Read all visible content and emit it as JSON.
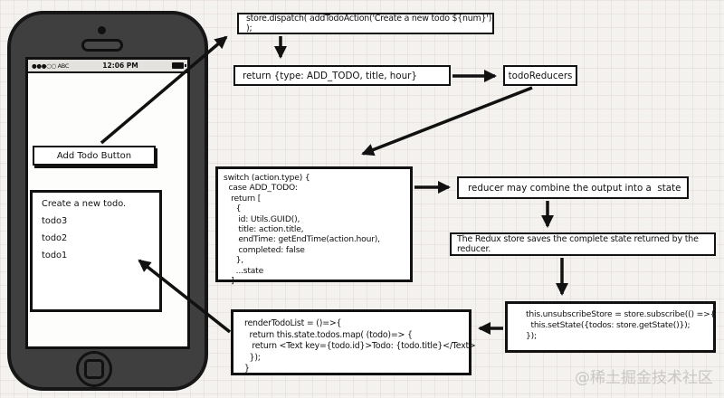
{
  "watermark": "@稀土掘金技术社区",
  "phone": {
    "carrier": "●●●○○ ABC",
    "time": "12:06 PM",
    "add_todo_button": "Add Todo Button",
    "todo_list": {
      "header": "Create a new todo.",
      "items": [
        "todo3",
        "todo2",
        "todo1"
      ]
    }
  },
  "flow": {
    "dispatch_code": "store.dispatch( addTodoAction('Create a new todo ${num}') );",
    "action_return": "return {type: ADD_TODO, title, hour}",
    "reducer_name": "todoReducers",
    "reducer_switch_code": "switch (action.type) {\n  case ADD_TODO:\n   return [\n     {\n      id: Utils.GUID(),\n      title: action.title,\n      endTime: getEndTime(action.hour),\n      completed: false\n     },\n     ...state\n   ]",
    "combine_note": "reducer may combine the output into a  state",
    "store_note": "The Redux store saves the complete state returned by the reducer.",
    "subscribe_code": "this.unsubscribeStore = store.subscribe(() =>{\n  this.setState({todos: store.getState()});\n});",
    "render_code": "renderTodoList = ()=>{\n  return this.state.todos.map( (todo)=> {\n   return <Text key={todo.id}>Todo: {todo.title}</Text>\n  });\n}"
  }
}
